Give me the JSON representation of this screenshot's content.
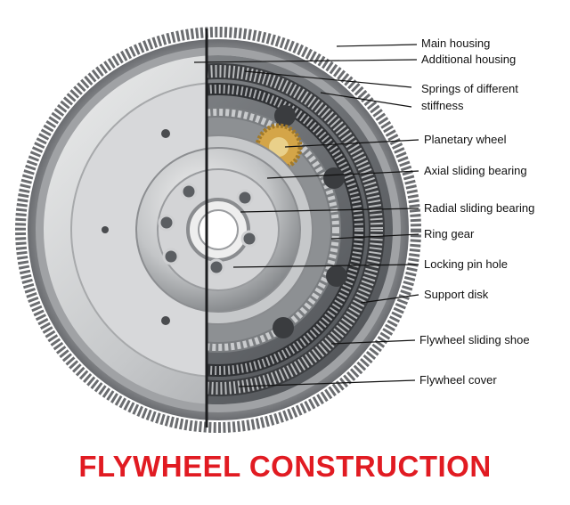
{
  "diagram": {
    "labels": [
      {
        "id": "main-housing",
        "text": "Main housing"
      },
      {
        "id": "additional-housing",
        "text": "Additional housing"
      },
      {
        "id": "springs",
        "text": "Springs of different\nstiffness"
      },
      {
        "id": "planetary-wheel",
        "text": "Planetary wheel"
      },
      {
        "id": "axial-bearing",
        "text": "Axial sliding bearing"
      },
      {
        "id": "radial-bearing",
        "text": "Radial sliding bearing"
      },
      {
        "id": "ring-gear",
        "text": "Ring gear"
      },
      {
        "id": "locking-pin-hole",
        "text": "Locking pin hole"
      },
      {
        "id": "support-disk",
        "text": "Support disk"
      },
      {
        "id": "sliding-shoe",
        "text": "Flywheel sliding shoe"
      },
      {
        "id": "flywheel-cover",
        "text": "Flywheel cover"
      }
    ]
  },
  "title": {
    "text": "FLYWHEEL CONSTRUCTION",
    "color": "#e11b22"
  },
  "colors": {
    "metal_light": "#d9dadc",
    "metal_mid": "#a9abad",
    "metal_dark": "#55585b",
    "leader": "#111111"
  }
}
